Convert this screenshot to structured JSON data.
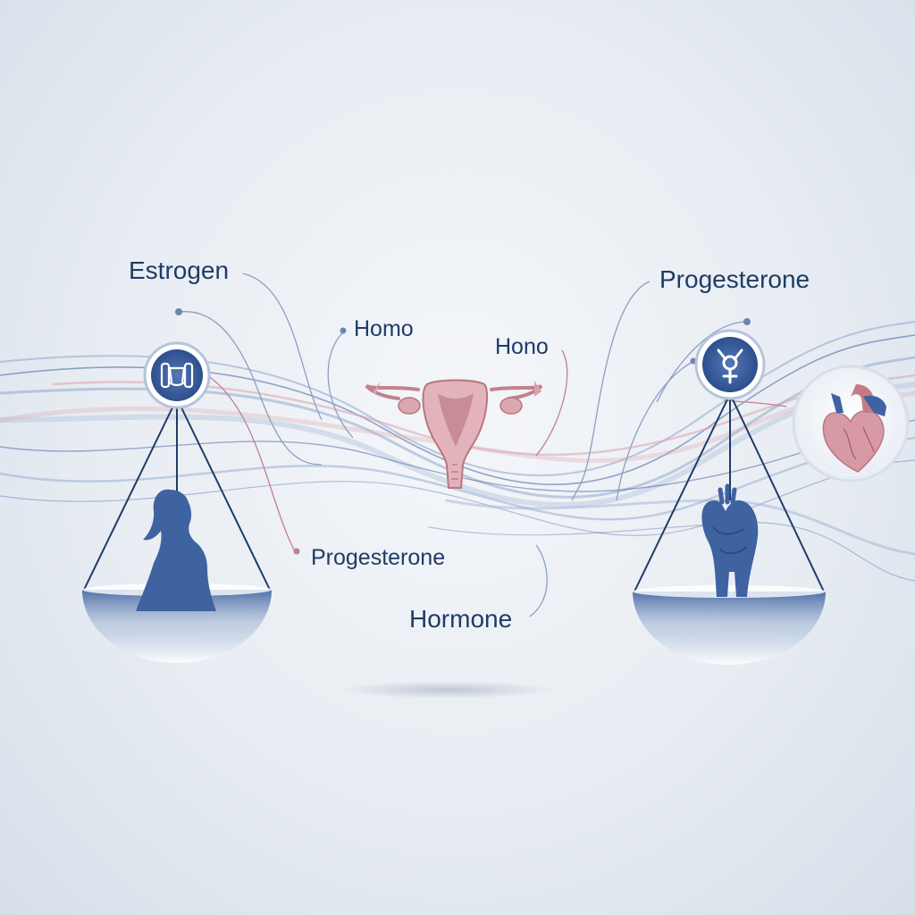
{
  "labels": {
    "estrogen": "Estrogen",
    "progesterone_top": "Progesterone",
    "homo": "Homo",
    "hono": "Hono",
    "progesterone_bottom": "Progesterone",
    "hormone": "Hormone"
  },
  "icons": {
    "left_badge": "body-scan-icon",
    "right_badge": "venus-mercury-symbol-icon",
    "center": "uterus-icon",
    "left_pan": "woman-silhouette-icon",
    "right_pan": "heart-icon",
    "right_circle": "heart-icon"
  },
  "colors": {
    "navy": "#1f3c66",
    "blue": "#3f62a0",
    "light_blue": "#9fb4d4",
    "pink": "#d9a3ac",
    "pink_dark": "#c2818c"
  }
}
